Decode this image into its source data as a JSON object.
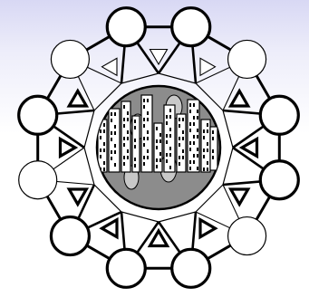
{
  "diagram": {
    "kind": "radial-network-illustration",
    "outer_node_count": 12,
    "emphasized_nodes": [
      0,
      2,
      3,
      5,
      6,
      7,
      9,
      11
    ],
    "triangle_count": 12,
    "dark_triangles": [
      1,
      2,
      3,
      4,
      5,
      6,
      7,
      8,
      9
    ],
    "light_triangles": [
      0,
      10,
      11
    ],
    "center": {
      "content": "city-skyline-with-footprints",
      "footprint_count": 4
    },
    "colors": {
      "outline": "#000000",
      "node_fill": "#ffffff",
      "center_fill": "#8c8c8c",
      "building_fill": "#ffffff",
      "footprint_fill": "#c8c8c8",
      "background_top": "#d8d8f4",
      "background_bottom": "#ffffff"
    }
  }
}
